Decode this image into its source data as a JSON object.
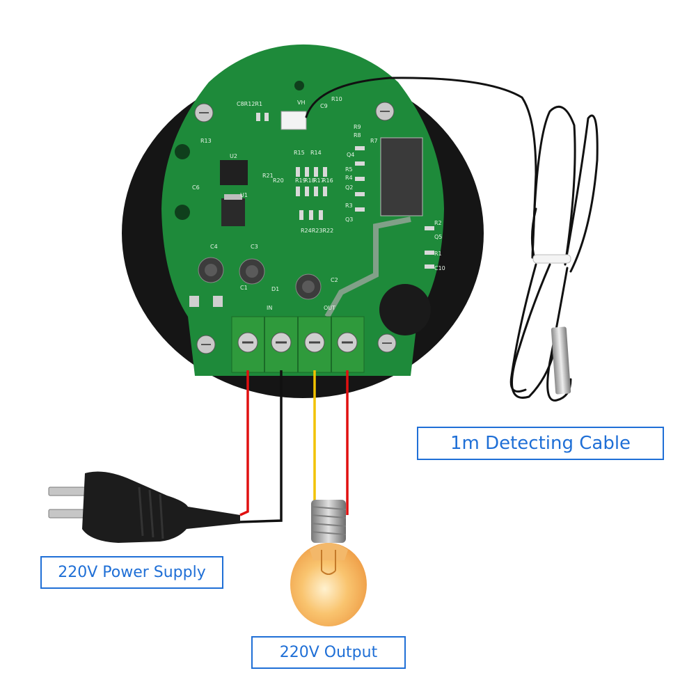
{
  "labels": {
    "detecting_cable": "1m Detecting Cable",
    "power_supply": "220V Power Supply",
    "output": "220V Output"
  },
  "board": {
    "terminal_in": "IN",
    "terminal_out": "OUT",
    "silkscreen": [
      "C8R12R1",
      "VH",
      "R10",
      "C9",
      "R13",
      "U2",
      "R15",
      "R14",
      "R21",
      "R20",
      "R19",
      "R18",
      "R17",
      "R16",
      "R9",
      "R8",
      "R7",
      "Q4",
      "R5",
      "R4",
      "Q2",
      "R3",
      "Q3",
      "R24R23R22",
      "R2",
      "Q5",
      "R1",
      "C10",
      "C4",
      "C3",
      "C2",
      "D1",
      "C6",
      "U1",
      "C1"
    ]
  },
  "colors": {
    "label_border": "#1f6fd6",
    "label_text": "#1f6fd6",
    "pcb_green": "#1e8a3a",
    "terminal_green": "#2f9a3c",
    "wire_red": "#e01010",
    "wire_black": "#111111",
    "wire_yellow": "#f2c200",
    "bulb_glow": "#f6b25a"
  }
}
